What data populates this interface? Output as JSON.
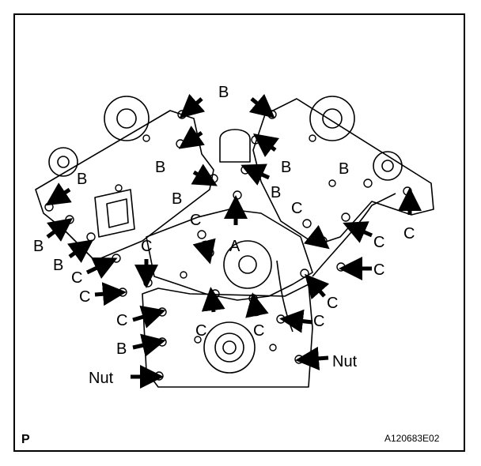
{
  "figure": {
    "corner_mark": "P",
    "reference_code": "A120683E02"
  },
  "labels": {
    "A": "A",
    "B": "B",
    "C": "C",
    "nut": "Nut"
  },
  "colors": {
    "ink": "#000000",
    "paper": "#ffffff"
  }
}
